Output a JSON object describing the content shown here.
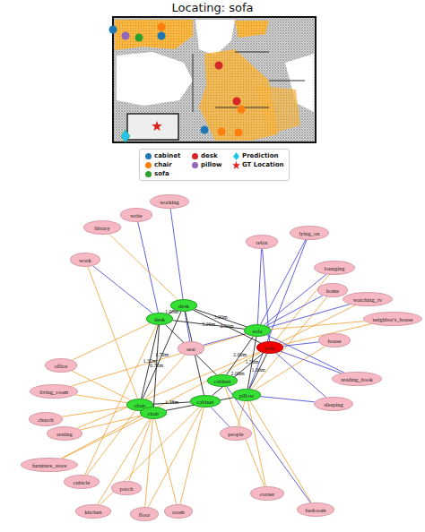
{
  "diagram": {
    "title": "Locating: sofa",
    "nodes": [
      {
        "text": [
          "working"
        ]
      },
      {
        "text": [
          "write"
        ]
      },
      {
        "text": [
          "library"
        ]
      },
      {
        "text": [
          "relax"
        ]
      },
      {
        "text": [
          "lying_on"
        ]
      },
      {
        "text": [
          "work"
        ]
      },
      {
        "text": [
          "lounging"
        ]
      },
      {
        "text": [
          "home"
        ]
      },
      {
        "text": [
          "watching_tv"
        ]
      },
      {
        "text": [
          "desk"
        ]
      },
      {
        "text": [
          "desk"
        ]
      },
      {
        "text": [
          "sofa"
        ]
      },
      {
        "text": [
          "neighbor's_house"
        ]
      },
      {
        "text": [
          "sofa"
        ]
      },
      {
        "text": [
          "seat"
        ]
      },
      {
        "text": [
          "house"
        ]
      },
      {
        "text": [
          "office"
        ]
      },
      {
        "text": [
          "reading_book"
        ]
      },
      {
        "text": [
          "cabinet"
        ]
      },
      {
        "text": [
          "living_room"
        ]
      },
      {
        "text": [
          "pillow"
        ]
      },
      {
        "text": [
          "cabinet"
        ]
      },
      {
        "text": [
          "chair"
        ]
      },
      {
        "text": [
          "sleeping"
        ]
      },
      {
        "text": [
          "chair"
        ]
      },
      {
        "text": [
          "church"
        ]
      },
      {
        "text": [
          "people"
        ]
      },
      {
        "text": [
          "resting"
        ]
      },
      {
        "text": [
          "furniture_store"
        ]
      },
      {
        "text": [
          "cubicle"
        ]
      },
      {
        "text": [
          "porch"
        ]
      },
      {
        "text": [
          "corner"
        ]
      },
      {
        "text": [
          "kitchen"
        ]
      },
      {
        "text": [
          "floor"
        ]
      },
      {
        "text": [
          "room"
        ]
      },
      {
        "text": [
          "bedroom"
        ]
      }
    ],
    "edges": [
      {
        "from": 0,
        "to": 9,
        "arrow": "none"
      },
      {
        "from": 1,
        "to": 10,
        "arrow": "none"
      },
      {
        "from": 2,
        "to": 9,
        "arrow": "none"
      },
      {
        "from": 5,
        "to": 10,
        "arrow": "none"
      },
      {
        "from": 5,
        "to": 22,
        "arrow": "none"
      },
      {
        "from": 3,
        "to": 11,
        "arrow": "none"
      },
      {
        "from": 3,
        "to": 13,
        "arrow": "none"
      },
      {
        "from": 4,
        "to": 11,
        "arrow": "none"
      },
      {
        "from": 4,
        "to": 20,
        "arrow": "none"
      },
      {
        "from": 6,
        "to": 11,
        "arrow": "none"
      },
      {
        "from": 6,
        "to": 13,
        "arrow": "none"
      },
      {
        "from": 7,
        "to": 11,
        "arrow": "none"
      },
      {
        "from": 7,
        "to": 20,
        "arrow": "none"
      },
      {
        "from": 8,
        "to": 11,
        "arrow": "none"
      },
      {
        "from": 8,
        "to": 13,
        "arrow": "none"
      },
      {
        "from": 12,
        "to": 11,
        "arrow": "none"
      },
      {
        "from": 12,
        "to": 13,
        "arrow": "none"
      },
      {
        "from": 15,
        "to": 13,
        "arrow": "none"
      },
      {
        "from": 15,
        "to": 20,
        "arrow": "none"
      },
      {
        "from": 17,
        "to": 13,
        "arrow": "none"
      },
      {
        "from": 17,
        "to": 11,
        "arrow": "none"
      },
      {
        "from": 23,
        "to": 20,
        "arrow": "none"
      },
      {
        "from": 23,
        "to": 13,
        "arrow": "none"
      },
      {
        "from": 14,
        "to": 9,
        "arrow": "none"
      },
      {
        "from": 14,
        "to": 22,
        "arrow": "none"
      },
      {
        "from": 14,
        "to": 11,
        "arrow": "none"
      },
      {
        "from": 16,
        "to": 22,
        "arrow": "none"
      },
      {
        "from": 16,
        "to": 10,
        "arrow": "none"
      },
      {
        "from": 19,
        "to": 22,
        "arrow": "none"
      },
      {
        "from": 19,
        "to": 11,
        "arrow": "none"
      },
      {
        "from": 25,
        "to": 22,
        "arrow": "none"
      },
      {
        "from": 27,
        "to": 24,
        "arrow": "none"
      },
      {
        "from": 27,
        "to": 13,
        "arrow": "none"
      },
      {
        "from": 28,
        "to": 24,
        "arrow": "none"
      },
      {
        "from": 28,
        "to": 13,
        "arrow": "none"
      },
      {
        "from": 29,
        "to": 22,
        "arrow": "none"
      },
      {
        "from": 29,
        "to": 10,
        "arrow": "none"
      },
      {
        "from": 30,
        "to": 24,
        "arrow": "none"
      },
      {
        "from": 32,
        "to": 24,
        "arrow": "none"
      },
      {
        "from": 32,
        "to": 21,
        "arrow": "none"
      },
      {
        "from": 33,
        "to": 24,
        "arrow": "none"
      },
      {
        "from": 33,
        "to": 21,
        "arrow": "none"
      },
      {
        "from": 34,
        "to": 24,
        "arrow": "none"
      },
      {
        "from": 34,
        "to": 21,
        "arrow": "none"
      },
      {
        "from": 26,
        "to": 21,
        "arrow": "none"
      },
      {
        "from": 26,
        "to": 20,
        "arrow": "none"
      },
      {
        "from": 31,
        "to": 20,
        "arrow": "none"
      },
      {
        "from": 31,
        "to": 18,
        "arrow": "none"
      },
      {
        "from": 35,
        "to": 20,
        "arrow": "none"
      },
      {
        "from": 35,
        "to": 18,
        "arrow": "none"
      },
      {
        "from": 9,
        "to": 10,
        "arrow": "none",
        "label": "1.05m"
      },
      {
        "from": 9,
        "to": 11,
        "arrow": "none",
        "label": "3.00m"
      },
      {
        "from": 10,
        "to": 11,
        "arrow": "none",
        "label": "3.26m"
      },
      {
        "from": 9,
        "to": 13,
        "arrow": "none",
        "label": "2.56m"
      },
      {
        "from": 10,
        "to": 22,
        "arrow": "none",
        "label": "1.32m"
      },
      {
        "from": 9,
        "to": 22,
        "arrow": "none",
        "label": "1.70m"
      },
      {
        "from": 10,
        "to": 24,
        "arrow": "none",
        "label": "0.72m"
      },
      {
        "from": 9,
        "to": 21,
        "arrow": "none",
        "label": "2.64m"
      },
      {
        "from": 10,
        "to": 18,
        "arrow": "none",
        "label": "1.90m"
      },
      {
        "from": 11,
        "to": 18,
        "arrow": "none",
        "label": "2.00m"
      },
      {
        "from": 13,
        "to": 20,
        "arrow": "none",
        "label": "1.00m"
      },
      {
        "from": 22,
        "to": 21,
        "arrow": "none",
        "label": "1.38m"
      },
      {
        "from": 24,
        "to": 20,
        "arrow": "none",
        "label": "2.50m"
      },
      {
        "from": 11,
        "to": 20,
        "arrow": "none",
        "label": "1.56m"
      },
      {
        "from": 13,
        "to": 21,
        "arrow": "none",
        "label": "2.00m"
      }
    ],
    "legend": [
      {
        "text": "cabinet",
        "color": "#1f77b4"
      },
      {
        "text": "chair",
        "color": "#ff7f0e"
      },
      {
        "text": "sofa",
        "color": "#2ca02c"
      },
      {
        "text": "desk",
        "color": "#d62728"
      },
      {
        "text": "pillow",
        "color": "#9467bd"
      },
      {
        "text": "Prediction"
      },
      {
        "text": "GT Location"
      }
    ]
  }
}
